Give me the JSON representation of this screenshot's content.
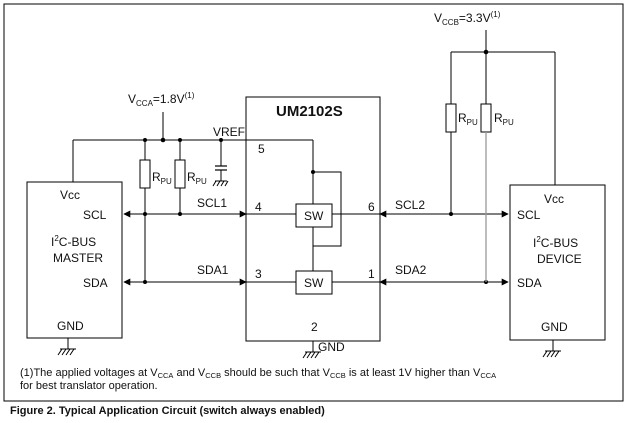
{
  "supplies": {
    "vcca_label": "V",
    "vcca_sub": "CCA",
    "vcca_value": "=1.8V",
    "vcca_sup": "(1)",
    "vccb_label": "V",
    "vccb_sub": "CCB",
    "vccb_value": "=3.3V",
    "vccb_sup": "(1)"
  },
  "chip": {
    "name": "UM2102S",
    "vref": "VREF",
    "pin5": "5",
    "pin4": "4",
    "pin3": "3",
    "pin6": "6",
    "pin1": "1",
    "pin2": "2",
    "sw1": "SW",
    "sw2": "SW",
    "gnd": "GND"
  },
  "master": {
    "vcc": "Vcc",
    "scl": "SCL",
    "sda": "SDA",
    "gnd": "GND",
    "title_pre": "I",
    "title_sup": "2",
    "title_post": "C-BUS",
    "title2": "MASTER"
  },
  "device": {
    "vcc": "Vcc",
    "scl": "SCL",
    "sda": "SDA",
    "gnd": "GND",
    "title_pre": "I",
    "title_sup": "2",
    "title_post": "C-BUS",
    "title2": "DEVICE"
  },
  "resistors": {
    "r_label": "R",
    "r_sub": "PU"
  },
  "signals": {
    "scl1": "SCL1",
    "sda1": "SDA1",
    "scl2": "SCL2",
    "sda2": "SDA2"
  },
  "footnote": {
    "l1_a": "(1)The applied voltages at V",
    "l1_s1": "CCA",
    "l1_b": " and V",
    "l1_s2": "CCB",
    "l1_c": " should be such that V",
    "l1_s3": "CCB",
    "l1_d": " is at least 1V higher than V",
    "l1_s4": "CCA",
    "l2": "for best translator operation."
  },
  "caption": "Figure 2.  Typical Application Circuit (switch always enabled)"
}
